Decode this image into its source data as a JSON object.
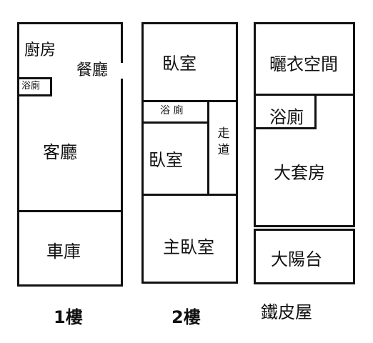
{
  "floors": [
    {
      "caption": "1樓",
      "rooms": {
        "kitchen": "廚房",
        "dining": "餐廳",
        "bath": "浴廁",
        "living": "客廳",
        "garage": "車庫"
      }
    },
    {
      "caption": "2樓",
      "rooms": {
        "bedroom_top": "臥室",
        "bath": "浴 廁",
        "bedroom_mid": "臥室",
        "corridor": "走道",
        "master": "主臥室"
      }
    },
    {
      "caption": "鐵皮屋",
      "rooms": {
        "laundry": "曬衣空間",
        "bath": "浴廁",
        "suite": "大套房",
        "balcony": "大陽台"
      }
    }
  ]
}
